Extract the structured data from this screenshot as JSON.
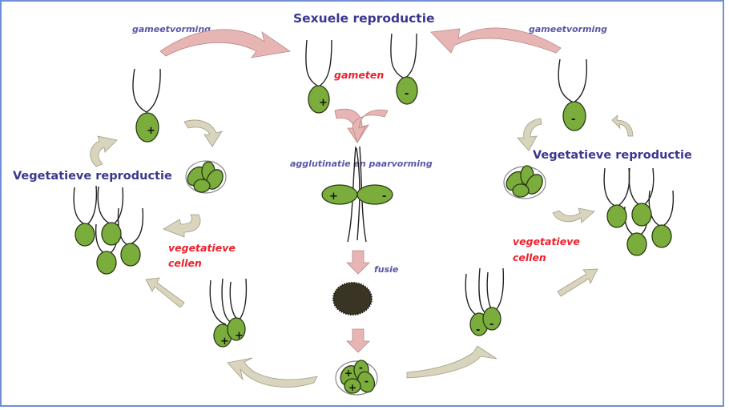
{
  "diagram": {
    "title": "Sexuele reproductie",
    "labels": {
      "gamete_formation_left": "gameetvorming",
      "gamete_formation_right": "gameetvorming",
      "gametes": "gameten",
      "agglutination": "agglutinatie en paarvorming",
      "fusion": "fusie",
      "vegetative_left": "Vegetatieve reproductie",
      "vegetative_right": "Vegetatieve reproductie",
      "vegetative_cells_left_line1": "vegetatieve",
      "vegetative_cells_left_line2": "cellen",
      "vegetative_cells_right_line1": "vegetatieve",
      "vegetative_cells_right_line2": "cellen"
    },
    "mating_types": {
      "plus": "+",
      "minus": "-"
    },
    "colors": {
      "title": "#3b3790",
      "process_label": "#5a56a8",
      "highlight_label": "#f0202a",
      "cell_fill": "#7aad3c",
      "sexual_arrow": "#e7b5b3",
      "vegetative_arrow": "#d9d4bd",
      "zygote": "#3a3424",
      "frame_border": "#6f8fd6"
    }
  }
}
